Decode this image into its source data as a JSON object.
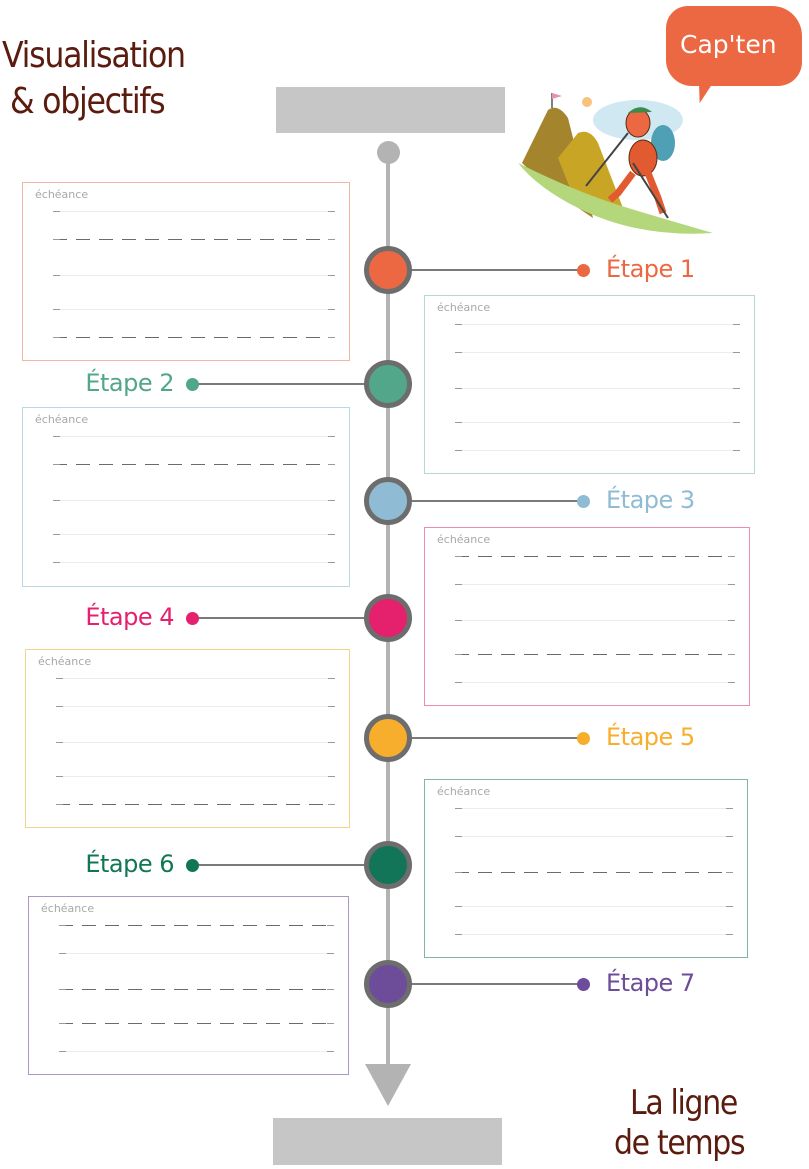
{
  "header": {
    "title_line1": "Visualisation",
    "title_line2": "& objectifs",
    "logo_text": "Cap'ten"
  },
  "footer": {
    "title_line1": "La ligne",
    "title_line2": "de temps"
  },
  "box_label": "échéance",
  "steps": [
    {
      "label": "Étape 1",
      "color": "#ec6843",
      "side": "right"
    },
    {
      "label": "Étape 2",
      "color": "#52a68a",
      "side": "left"
    },
    {
      "label": "Étape 3",
      "color": "#8fbcd4",
      "side": "right"
    },
    {
      "label": "Étape 4",
      "color": "#e5206c",
      "side": "left"
    },
    {
      "label": "Étape 5",
      "color": "#f7ae2d",
      "side": "right"
    },
    {
      "label": "Étape 6",
      "color": "#127557",
      "side": "left"
    },
    {
      "label": "Étape 7",
      "color": "#6d4c9a",
      "side": "right"
    }
  ],
  "boxes": [
    {
      "border": "#f5b7a3"
    },
    {
      "border": "#b4d8d4"
    },
    {
      "border": "#bcd8e4"
    },
    {
      "border": "#ef8ab3"
    },
    {
      "border": "#f6d38c"
    },
    {
      "border": "#7fb7a2"
    },
    {
      "border": "#ab98c6"
    }
  ]
}
